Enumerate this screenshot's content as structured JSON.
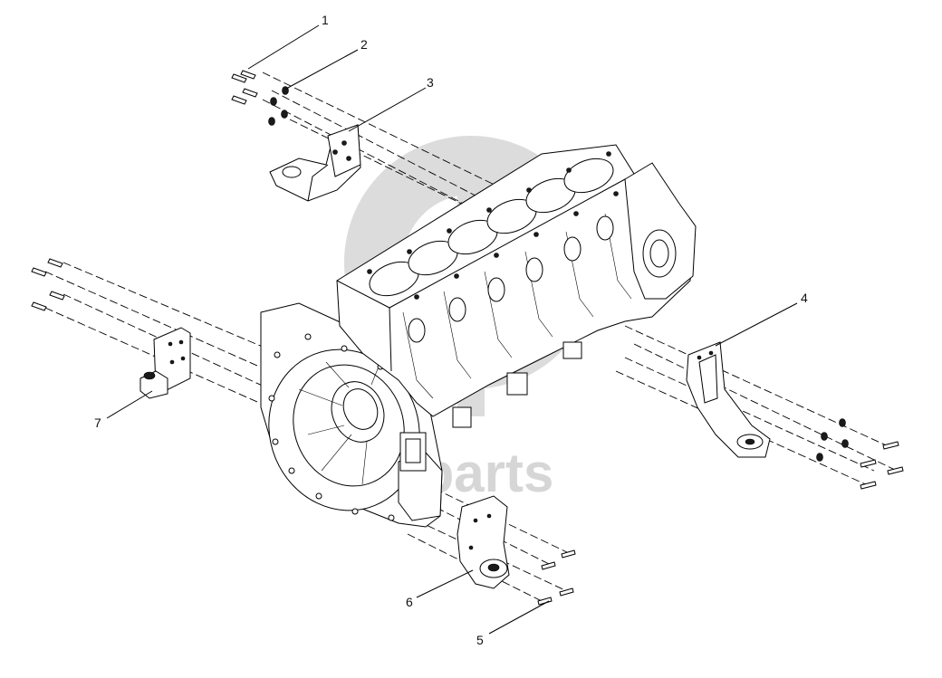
{
  "watermark": {
    "text": "dan-parts"
  },
  "callouts": [
    {
      "id": "1",
      "label": "1"
    },
    {
      "id": "2",
      "label": "2"
    },
    {
      "id": "3",
      "label": "3"
    },
    {
      "id": "4",
      "label": "4"
    },
    {
      "id": "5",
      "label": "5"
    },
    {
      "id": "6",
      "label": "6"
    },
    {
      "id": "7",
      "label": "7"
    }
  ],
  "colors": {
    "line": "#000000",
    "watermark": "#d2d2d2",
    "background": "#ffffff"
  }
}
